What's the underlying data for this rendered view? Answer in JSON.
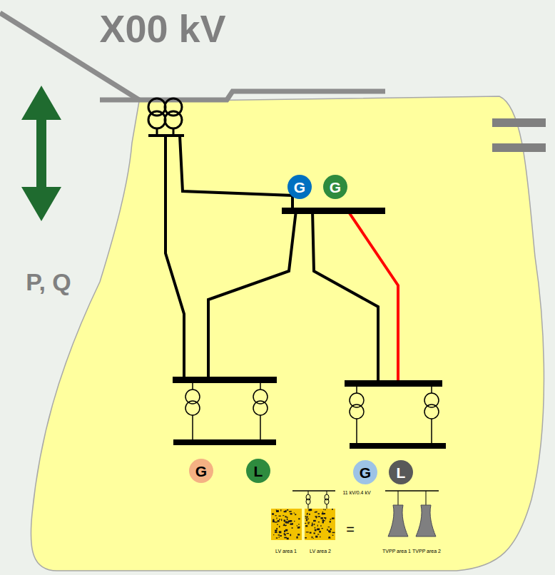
{
  "diagram": {
    "nodes": [
      {
        "text": [
          "G"
        ]
      },
      {
        "text": [
          "G"
        ]
      },
      {
        "text": [
          "G"
        ]
      },
      {
        "text": [
          "L"
        ]
      },
      {
        "text": [
          "G"
        ]
      },
      {
        "text": [
          "L"
        ]
      }
    ],
    "labels": [
      "X00 kV",
      "P, Q",
      "11 kV/0.4 kV",
      "LV area 1",
      "LV area 2",
      "=",
      "TVPP area 1",
      "TVPP area 2"
    ]
  }
}
